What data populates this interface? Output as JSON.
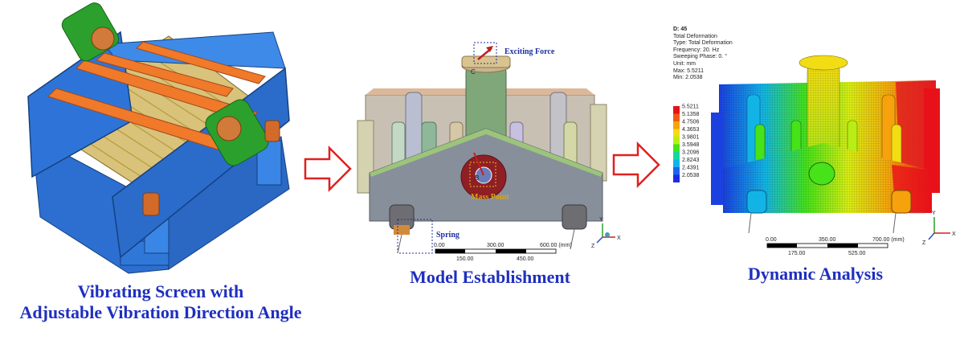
{
  "captions": {
    "left_line1": "Vibrating Screen with",
    "left_line2": "Adjustable Vibration Direction Angle",
    "middle": "Model Establishment",
    "right": "Dynamic Analysis"
  },
  "model_labels": {
    "exciting_force": "Exciting Force",
    "mass_point": "Mass Point",
    "spring": "Spring",
    "point_b": "B",
    "point_c": "C"
  },
  "model_scale": {
    "top_ticks": [
      "0.00",
      "300.00",
      "600.00 (mm)"
    ],
    "bottom_ticks": [
      "150.00",
      "450.00"
    ]
  },
  "analysis_info": {
    "lines": [
      "D: 45",
      "Total Deformation",
      "Type: Total Deformation",
      "Frequency: 20. Hz",
      "Sweeping Phase: 0. °",
      "Unit: mm",
      "Max: 5.5211",
      "Min: 2.0538"
    ]
  },
  "legend": {
    "values": [
      "5.5211",
      "5.1358",
      "4.7506",
      "4.3653",
      "3.9801",
      "3.5948",
      "3.2096",
      "2.8243",
      "2.4391",
      "2.0538"
    ],
    "colors": [
      "#e8111a",
      "#f05a10",
      "#f5a20c",
      "#f2dc14",
      "#b8ee14",
      "#46e21a",
      "#12d8a0",
      "#12b4e6",
      "#1e64f0",
      "#1a2ce0"
    ]
  },
  "analysis_scale": {
    "top_ticks": [
      "0.00",
      "350.00",
      "700.00 (mm)"
    ],
    "bottom_ticks": [
      "175.00",
      "525.00"
    ]
  },
  "axes": {
    "x": "X",
    "y": "Y",
    "z": "Z"
  }
}
